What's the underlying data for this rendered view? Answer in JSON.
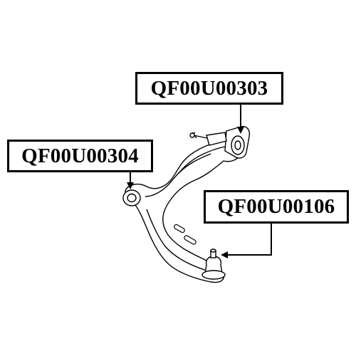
{
  "diagram": {
    "labels": {
      "upper_bushing": "QF00U00303",
      "front_bushing": "QF00U00304",
      "ball_joint": "QF00U00106"
    }
  }
}
